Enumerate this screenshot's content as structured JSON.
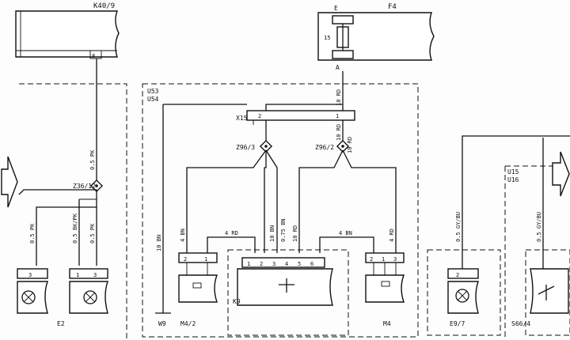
{
  "header": {
    "left_ref": "K40/9",
    "right_ref": "F4"
  },
  "connectors": {
    "k40_pin": "8",
    "f4_top": "E",
    "f4_side": "15",
    "f4_bottom": "A",
    "x15": "X15",
    "x15_pin_left": "2",
    "x15_pin_right": "1"
  },
  "modules": {
    "main_line1": "U53",
    "main_line2": "U54",
    "right_line1": "U15",
    "right_line2": "U16"
  },
  "splices": {
    "z96_3": "Z96/3",
    "z96_2": "Z96/2",
    "z36_12": "Z36/12"
  },
  "wires": {
    "f4_down_1": "10 RD",
    "f4_down_2": "10 RD",
    "f4_down_3": "10 RD",
    "w9_wire": "10 BN",
    "m42_left": "4 BN",
    "m42_right": "4 RD",
    "k9_a": "10 BN",
    "k9_b": "0.75 BN",
    "k9_c": "10 RD",
    "m4_top": "4 BN",
    "m4_right": "4 RD",
    "k40_wire": "0.5 PK",
    "e2_left": "0.5 PK",
    "e2_mid": "0.5 BK/PK",
    "e2_right": "0.5 PK",
    "e97_wire": "0.5 GY/BU",
    "s664_wire": "0.5 GY/BU"
  },
  "pins": {
    "e2_left": "3",
    "e2_mid_1": "1",
    "e2_mid_2": "3",
    "m42_1": "2",
    "m42_2": "1",
    "k9_1": "1",
    "k9_2": "2",
    "k9_3": "3",
    "k9_4": "4",
    "k9_5": "5",
    "k9_6": "6",
    "m4_1": "2",
    "m4_2": "1",
    "m4_3": "3",
    "e97_1": "2"
  },
  "components": {
    "e2": "E2",
    "w9": "W9",
    "m42": "M4/2",
    "k9": "K9",
    "m4": "M4",
    "e97": "E9/7",
    "s664": "S66/4"
  }
}
